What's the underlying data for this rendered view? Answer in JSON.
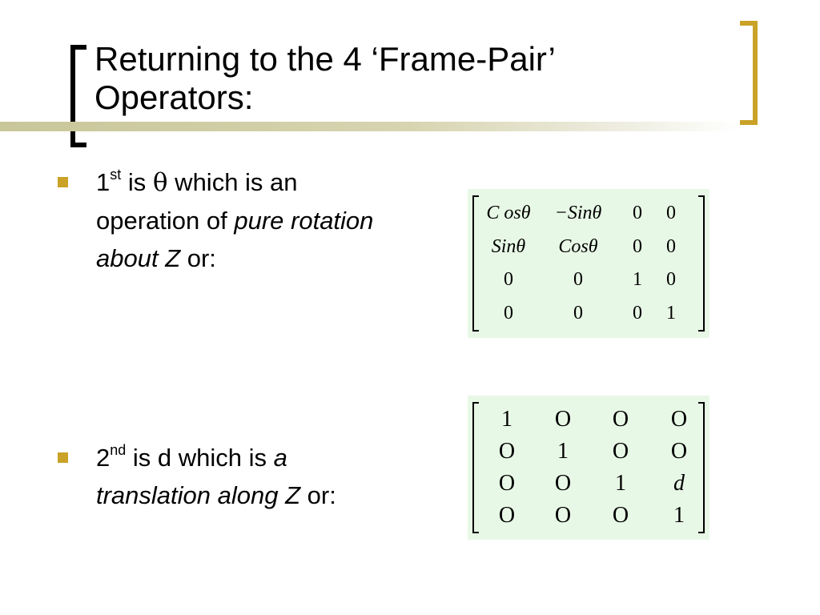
{
  "slide": {
    "title_lines": [
      "Returning to the 4 ‘Frame-Pair’",
      "Operators:"
    ],
    "accent_color": "#c9a227",
    "bullets": [
      {
        "number": "1",
        "suffix": "st",
        "pre": " is ",
        "symbol": "θ",
        "post": " which is an operation of ",
        "italic": "pure rotation about Z",
        "end": " or:"
      },
      {
        "number": "2",
        "suffix": "nd",
        "pre": " is d which is ",
        "italic": "a translation along Z",
        "end": " or:"
      }
    ],
    "matrix_rotation": [
      [
        "C osθ",
        "−Sinθ",
        "0",
        "0"
      ],
      [
        "Sinθ",
        "Cosθ",
        "0",
        "0"
      ],
      [
        "0",
        "0",
        "1",
        "0"
      ],
      [
        "0",
        "0",
        "0",
        "1"
      ]
    ],
    "matrix_translation": [
      [
        "1",
        "O",
        "O",
        "O"
      ],
      [
        "O",
        "1",
        "O",
        "O"
      ],
      [
        "O",
        "O",
        "1",
        "d"
      ],
      [
        "O",
        "O",
        "O",
        "1"
      ]
    ]
  }
}
